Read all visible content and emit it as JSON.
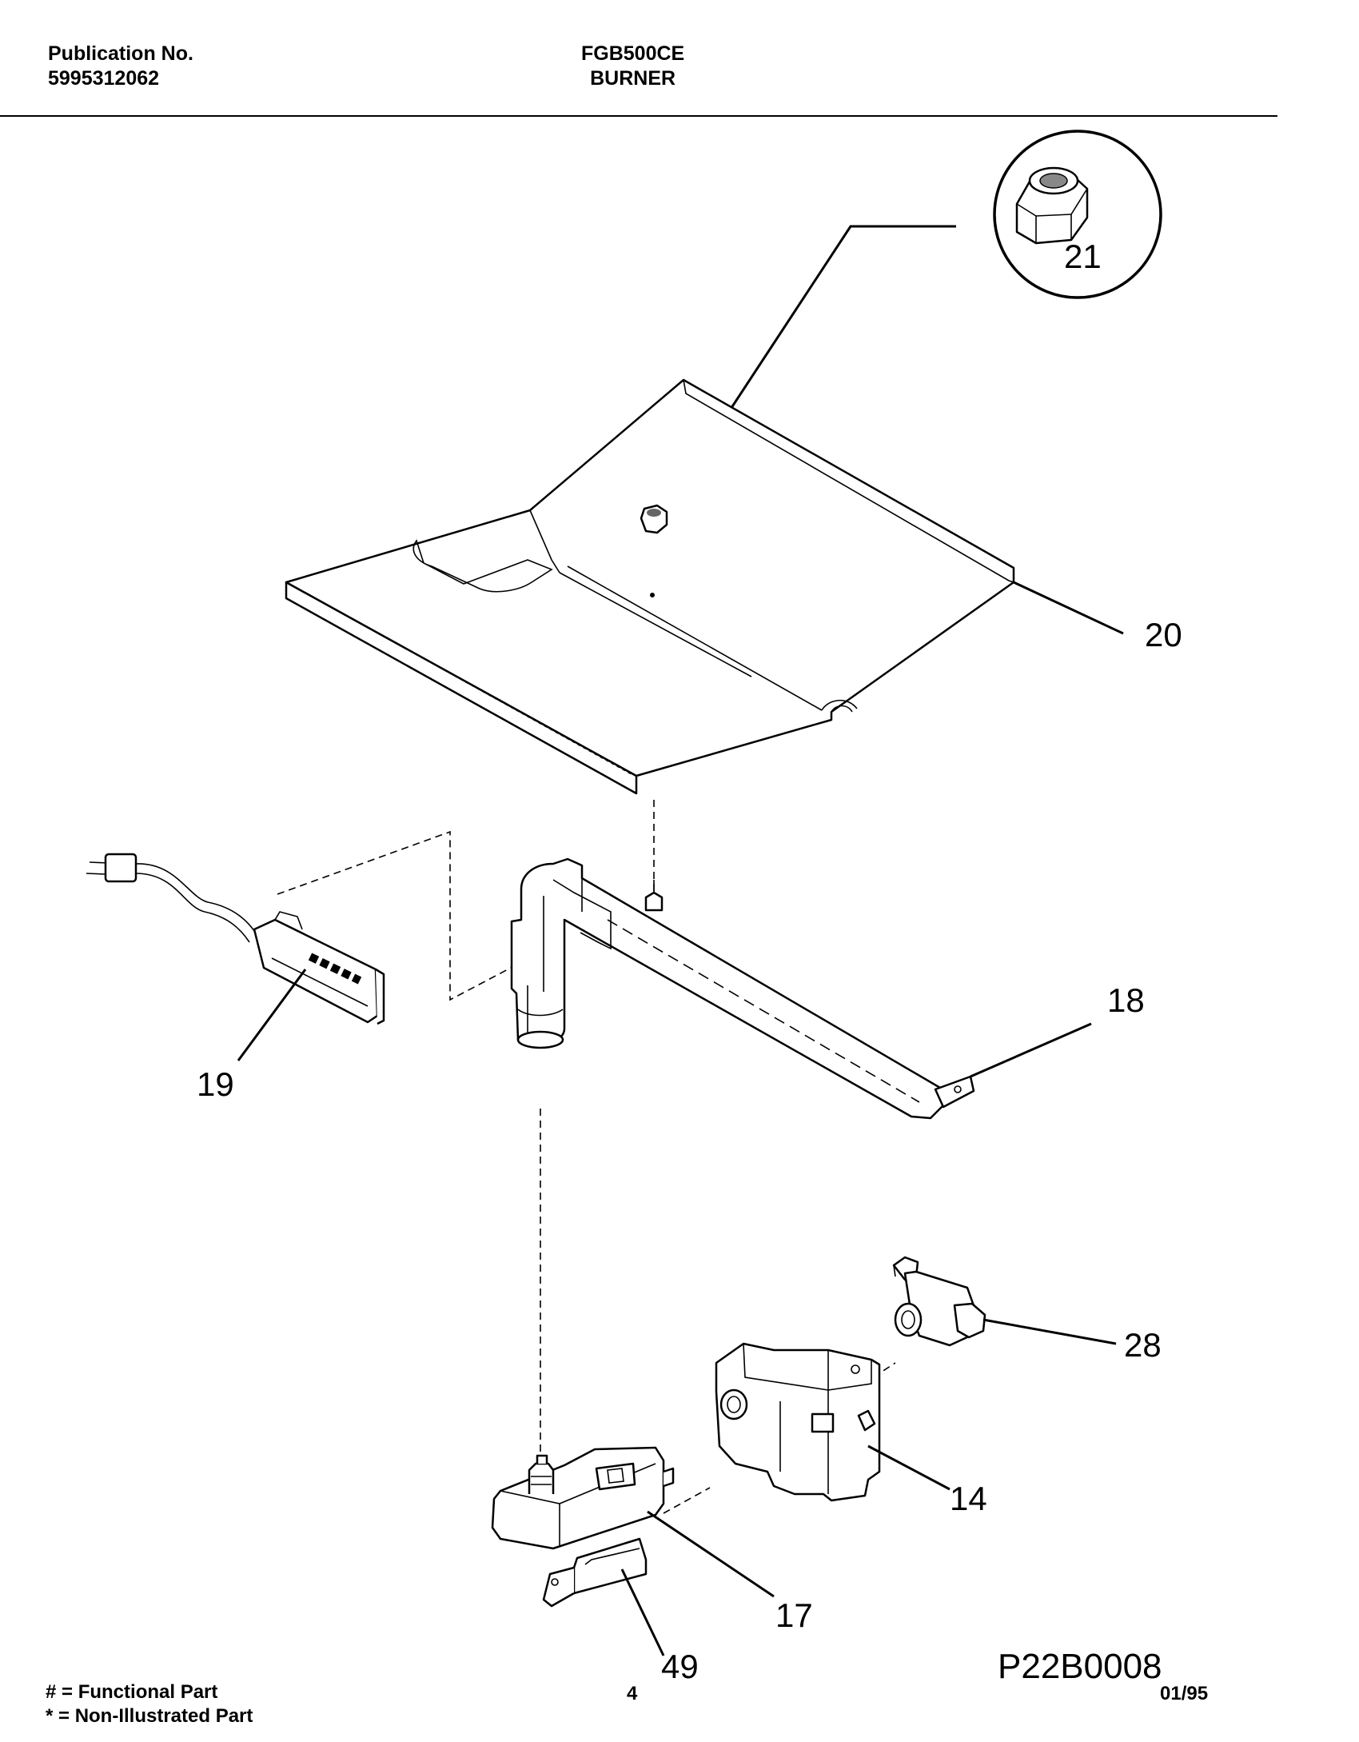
{
  "header": {
    "publication_label": "Publication No.",
    "publication_number": "5995312062",
    "model": "FGB500CE",
    "section": "BURNER"
  },
  "callouts": {
    "c21": "21",
    "c20": "20",
    "c18": "18",
    "c19": "19",
    "c28": "28",
    "c14": "14",
    "c17": "17",
    "c49": "49"
  },
  "diagram_code": "P22B0008",
  "footer": {
    "legend_functional": "# = Functional Part",
    "legend_non_illustrated": "*  = Non-Illustrated Part",
    "page_number": "4",
    "date": "01/95"
  }
}
